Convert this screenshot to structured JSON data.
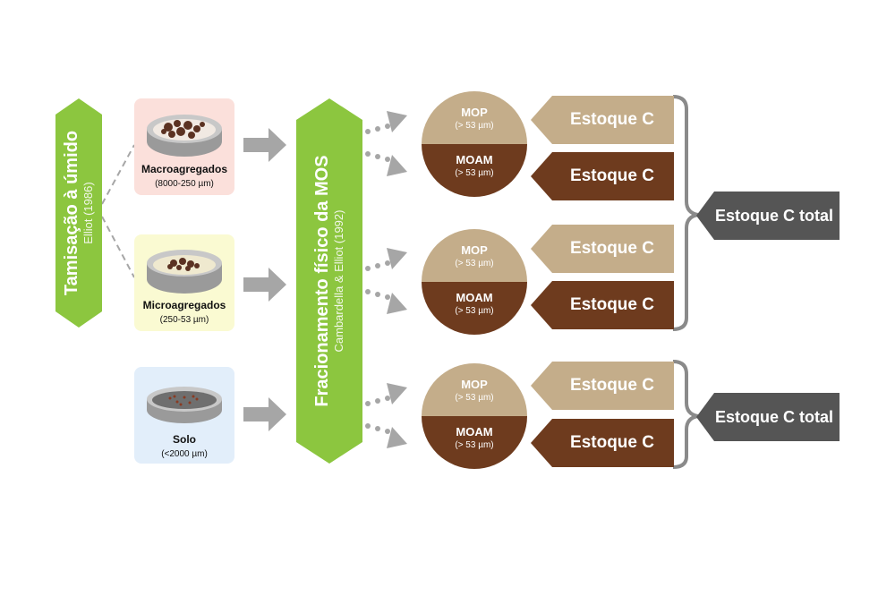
{
  "colors": {
    "green": "#8cc63f",
    "mop": "#c4ad8a",
    "moam": "#6e3b1e",
    "arrow": "#a6a6a6",
    "total": "#555555",
    "bracket": "#888888",
    "macro_bg": "#fbe0db",
    "micro_bg": "#fafad2",
    "solo_bg": "#e2eefa"
  },
  "sieving": {
    "title": "Tamisação à úmido",
    "ref": "Elliot (1986)"
  },
  "fractionation": {
    "title": "Fracionamento físico da MOS",
    "ref": "Cambardella  &  Elliot (1992)"
  },
  "samples": [
    {
      "name": "Macroagregados",
      "range": "(8000-250 µm)"
    },
    {
      "name": "Microagregados",
      "range": "(250-53 µm)"
    },
    {
      "name": "Solo",
      "range": "(<2000 µm)"
    }
  ],
  "fractions": [
    {
      "mop": "MOP",
      "mop_size": "(> 53 µm)",
      "moam": "MOAM",
      "moam_size": "(> 53 µm)",
      "stock_top": "Estoque C",
      "stock_bottom": "Estoque C"
    },
    {
      "mop": "MOP",
      "mop_size": "(> 53 µm)",
      "moam": "MOAM",
      "moam_size": "(> 53 µm)",
      "stock_top": "Estoque C",
      "stock_bottom": "Estoque C"
    },
    {
      "mop": "MOP",
      "mop_size": "(> 53 µm)",
      "moam": "MOAM",
      "moam_size": "(> 53 µm)",
      "stock_top": "Estoque C",
      "stock_bottom": "Estoque C"
    }
  ],
  "totals": [
    "Estoque C total",
    "Estoque C total"
  ]
}
